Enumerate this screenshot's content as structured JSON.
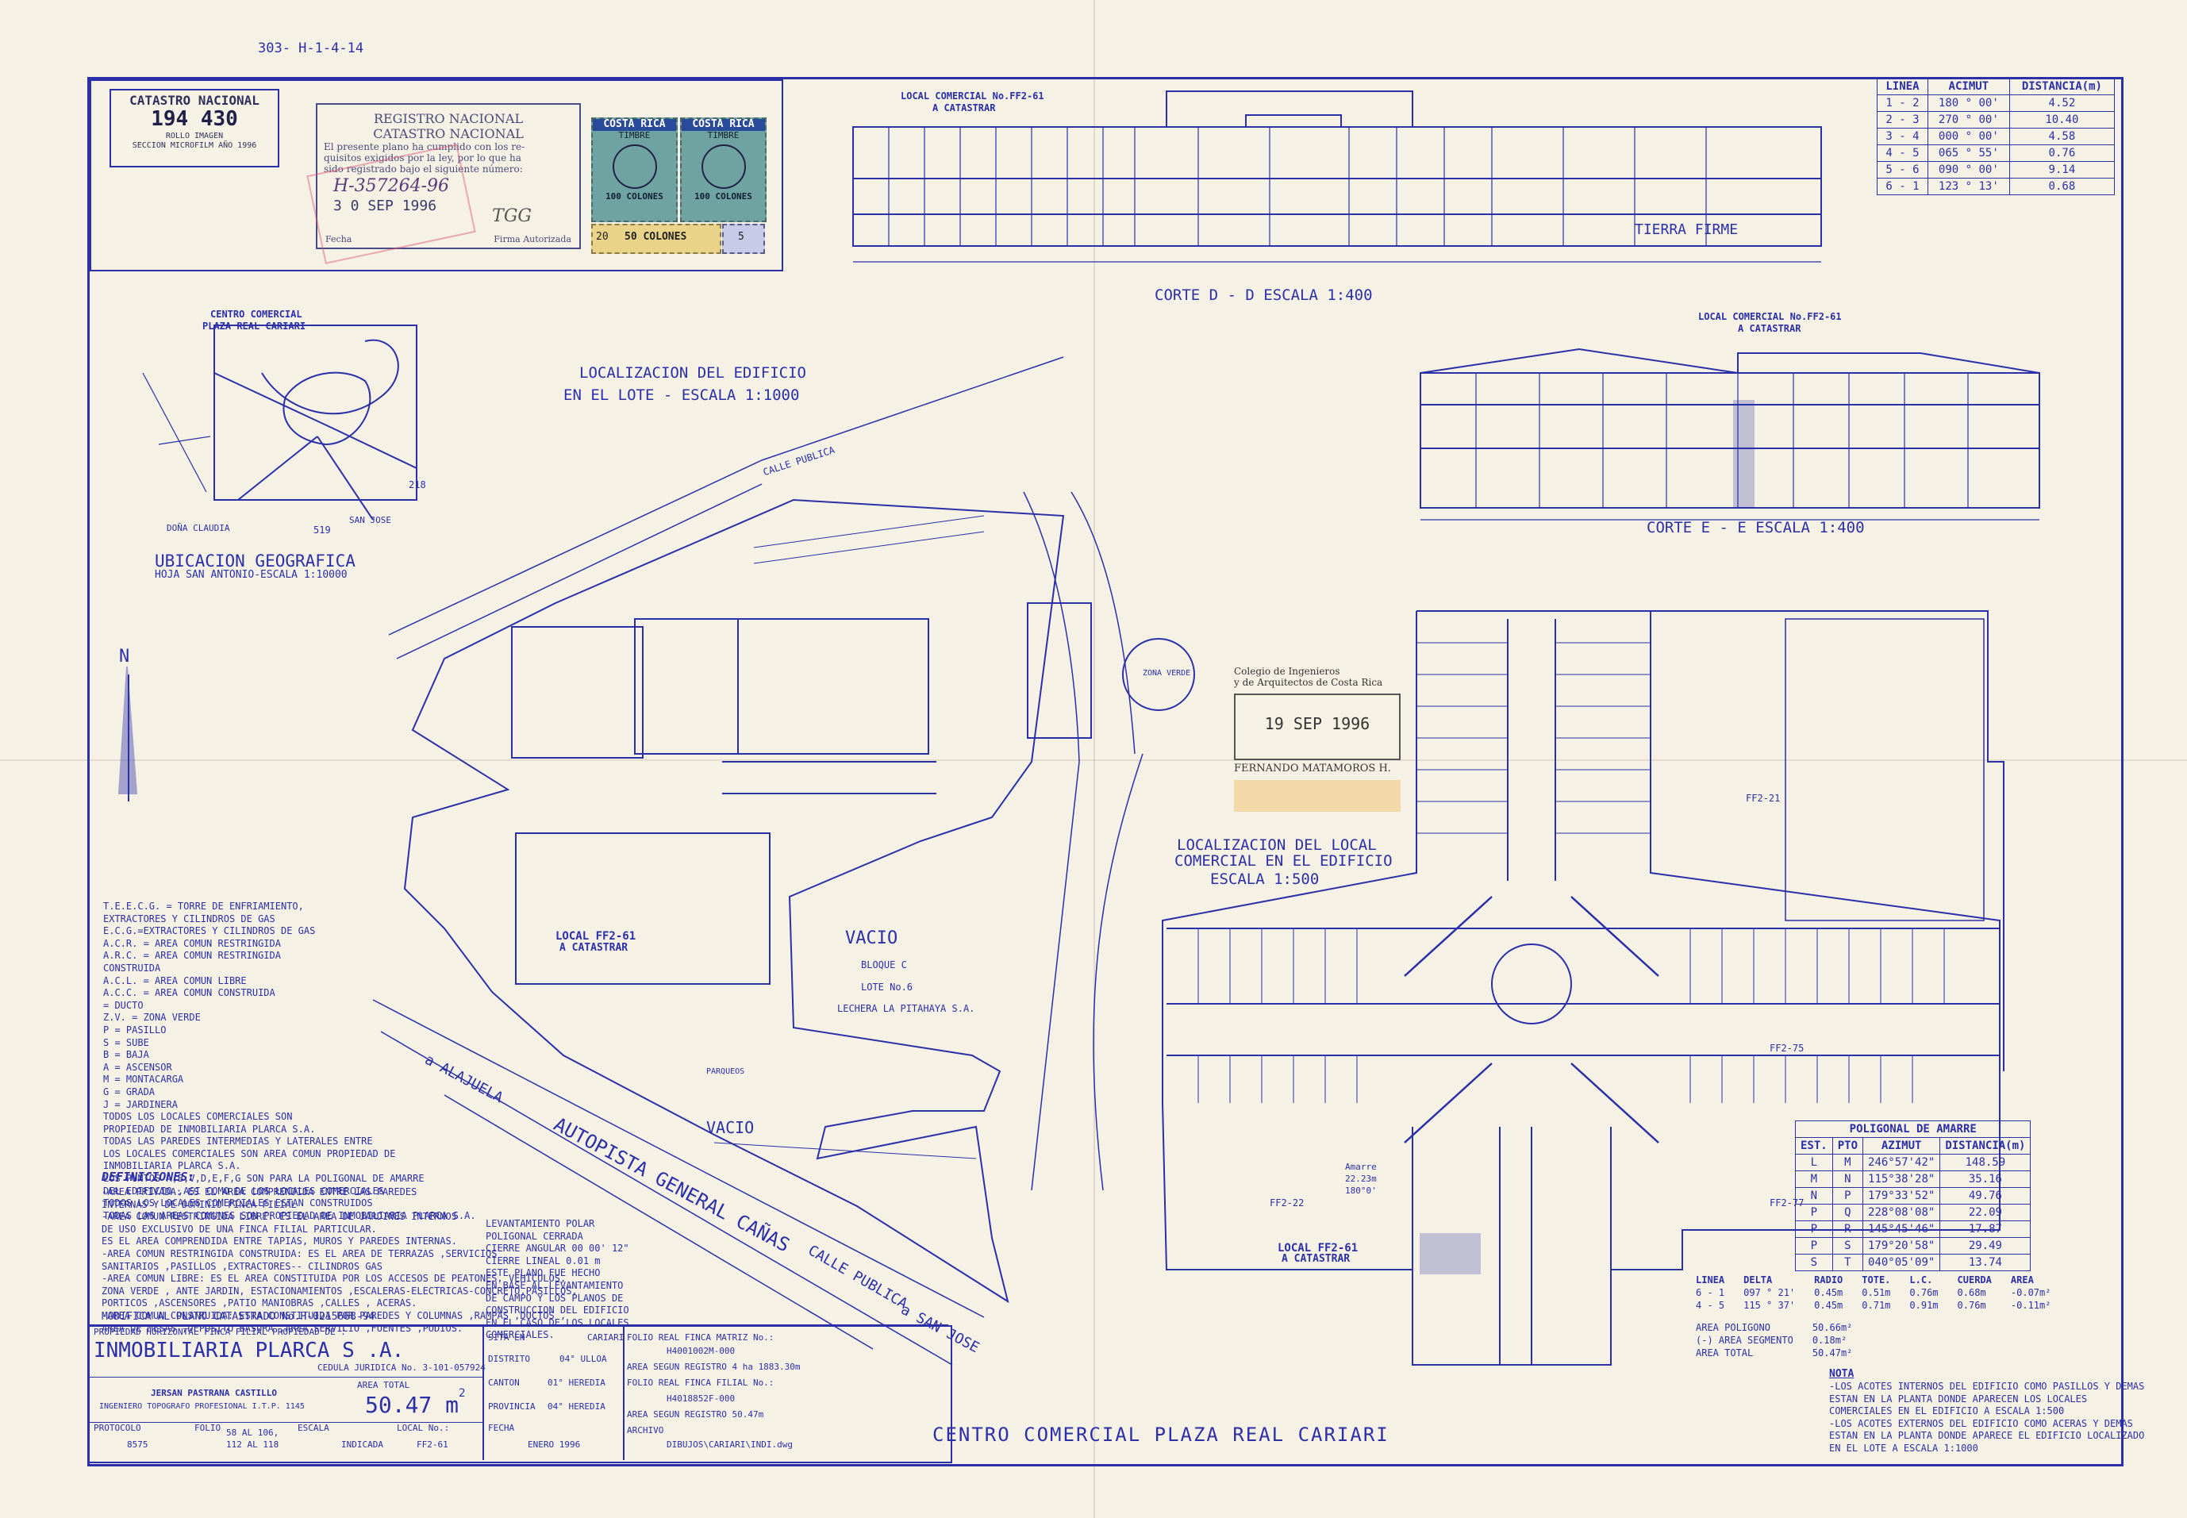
{
  "top_ref": "303- H-1-4-14",
  "catastro_box": {
    "title": "CATASTRO NACIONAL",
    "number": "194 430",
    "line1": "ROLLO IMAGEN",
    "line2": "SECCION MICROFILM AÑO 1996"
  },
  "registro_stamp": {
    "title1": "REGISTRO NACIONAL",
    "title2": "CATASTRO NACIONAL",
    "body1": "El presente plano ha cumplido con los re-",
    "body2": "quisitos exigidos por la ley, por lo que ha",
    "body3": "sido registrado bajo el siguiente número:",
    "number": "H-357264-96",
    "date": "3 0 SEP 1996",
    "initials": "TGG",
    "fecha_label": "Fecha",
    "firma_label": "Firma Autorizada"
  },
  "stamps": {
    "country": "COSTA RICA",
    "type": "TIMBRE",
    "value1": "100 COLONES",
    "value2": "100 COLONES",
    "value3": "50 COLONES",
    "small1": "20",
    "small2": "5"
  },
  "corte_dd": {
    "local_label": "LOCAL COMERCIAL No.FF2-61",
    "local_sub": "A CATASTRAR",
    "caption": "CORTE  D - D     ESCALA 1:400",
    "ground": "TIERRA FIRME"
  },
  "corte_ee": {
    "local_label": "LOCAL COMERCIAL No.FF2-61",
    "local_sub": "A CATASTRAR",
    "caption": "CORTE  E - E     ESCALA 1:400"
  },
  "azimut_table": {
    "headers": [
      "LINEA",
      "ACIMUT",
      "DISTANCIA(m)"
    ],
    "rows": [
      [
        "1 - 2",
        "180 ° 00'",
        "4.52"
      ],
      [
        "2 - 3",
        "270 ° 00'",
        "10.40"
      ],
      [
        "3 - 4",
        "000 ° 00'",
        "4.58"
      ],
      [
        "4 - 5",
        "065 ° 55'",
        "0.76"
      ],
      [
        "5 - 6",
        "090 ° 00'",
        "9.14"
      ],
      [
        "6 - 1",
        "123 ° 13'",
        "0.68"
      ]
    ]
  },
  "ubicacion": {
    "center_label1": "CENTRO COMERCIAL",
    "center_label2": "PLAZA REAL CARIARI",
    "title": "UBICACION GEOGRAFICA",
    "sub": "HOJA SAN ANTONIO-ESCALA 1:10000",
    "n1": "218",
    "n2": "519",
    "road1": "DOÑA CLAUDIA",
    "road2": "SAN JOSE"
  },
  "north": "N",
  "lote_title1": "LOCALIZACION DEL EDIFICIO",
  "lote_title2": "EN EL LOTE - ESCALA 1:1000",
  "lote_labels": {
    "calle": "CALLE PUBLICA",
    "vacio1": "VACIO",
    "vacio2": "VACIO",
    "bloque": "BLOQUE C",
    "lote6": "LOTE No.6",
    "lechera": "LECHERA LA PITAHAYA S.A.",
    "local": "LOCAL FF2-61",
    "local_sub": "A CATASTRAR",
    "autopista": "AUTOPISTA  GENERAL  CAÑAS",
    "alajuela": "a ALAJUELA",
    "sanjose": "a SAN JOSE",
    "calle2": "CALLE PUBLICA",
    "zona_verde": "ZONA VERDE",
    "parqueo": "PARQUEOS"
  },
  "edificio_title1": "LOCALIZACION DEL LOCAL",
  "edificio_title2": "COMERCIAL EN EL EDIFICIO",
  "edificio_title3": "ESCALA  1:500",
  "edificio_labels": {
    "local": "LOCAL FF2-61",
    "local_sub": "A CATASTRAR",
    "ff221": "FF2-21",
    "ff222": "FF2-22",
    "ff277": "FF2-77",
    "ff275": "FF2-75",
    "amarre": "Amarre",
    "amarre_v": "22.23m",
    "amarre_a": "180°0'"
  },
  "colegio_stamp": {
    "line1": "Colegio de Ingenieros",
    "line2": "y de Arquitectos de Costa Rica",
    "date": "19 SEP 1996",
    "name": "FERNANDO MATAMOROS H."
  },
  "legend": [
    "T.E.E.C.G. = TORRE DE ENFRIAMIENTO,",
    "  EXTRACTORES Y CILINDROS DE GAS",
    "E.C.G.=EXTRACTORES Y CILINDROS DE GAS",
    "A.C.R. = AREA COMUN RESTRINGIDA",
    "A.R.C. = AREA COMUN RESTRINGIDA",
    "  CONSTRUIDA",
    "A.C.L. = AREA COMUN LIBRE",
    "A.C.C. = AREA COMUN CONSTRUIDA",
    "  = DUCTO",
    "Z.V. = ZONA VERDE",
    "P = PASILLO",
    "S = SUBE",
    "B = BAJA",
    "A = ASCENSOR",
    "M = MONTACARGA",
    "G = GRADA",
    "J = JARDINERA",
    "TODOS LOS LOCALES COMERCIALES SON",
    "PROPIEDAD DE INMOBILIARIA PLARCA S.A.",
    "TODAS LAS PAREDES INTERMEDIAS Y LATERALES ENTRE",
    "LOS LOCALES COMERCIALES SON AREA COMUN PROPIEDAD DE",
    "INMOBILIARIA PLARCA S.A.",
    "LOS PUNTOS A,B,V,D,E,F,G SON PARA LA POLIGONAL DE AMARRE",
    "DEL EDIFICIO ,ASI COMO DE LOS LOCALES COMERCIALES",
    "TODOS LOS LOCALES COMERCIALES ESTAN CONSTRUIDOS",
    "TODAS LAS AREAS COMUNES SON PROPIEDAD DE INMOBILIARIA PLARCA S.A."
  ],
  "definiciones_title": "DEFINICIONES:",
  "definiciones": [
    "-AREA PRIVADA: ES EL AREA COMPRENDIDA ENTRE LAS PAREDES",
    " INTERNAS Y DE DOMINIO FINCA FILIAL",
    "-AREA COMUN RESTRINGIDA LIBRE: ES EL AREA DE JARDINES INTERNOS",
    " DE USO EXCLUSIVO DE UNA FINCA FILIAL PARTICULAR.",
    " ES EL AREA COMPRENDIDA ENTRE TAPIAS, MUROS Y PAREDES INTERNAS.",
    "-AREA COMUN RESTRINGIDA CONSTRUIDA: ES EL AREA DE TERRAZAS ,SERVICIOS",
    " SANITARIOS ,PASILLOS ,EXTRACTORES-- CILINDROS GAS",
    "-AREA COMUN LIBRE: ES EL AREA CONSTITUIDA POR LOS ACCESOS DE PEATONES, VEHICULOS,",
    " ZONA VERDE , ANTE JARDIN, ESTACIONAMIENTOS ,ESCALERAS-ELECTRICAS-CONCRETO,PASILLOS,",
    " PORTICOS ,ASCENSORES ,PATIO MANIOBRAS ,CALLES , ACERAS.",
    "-AREA COMUN CONSTRUIDA: ESTA CONSTITUIDA POR PAREDES Y COLUMNAS ,RAMPAS ,DUCTOS ,",
    " AREA DE MESAS ,DEPOSITO BASURA ,AREA SERVICIO ,FUENTES ,PODIOS."
  ],
  "levantamiento": [
    "LEVANTAMIENTO POLAR",
    "POLIGONAL CERRADA",
    "CIERRE ANGULAR 00 00' 12\"",
    "CIERRE LINEAL  0.01 m",
    "ESTE PLANO FUE HECHO",
    "EN BASE AL LEVANTAMIENTO",
    "DE CAMPO Y LOS PLANOS DE",
    "CONSTRUCCION DEL EDIFICIO",
    "EN EL CASO DE LOS LOCALES",
    "COMERCIALES."
  ],
  "modifica": "MODIFICA AL PLANO CATASTRADO No.H-0215668-94",
  "title_block": {
    "prop_label": "PROPIEDAD HORIZONTAL FINCA FILIAL PROPIEDAD DE :",
    "owner": "INMOBILIARIA PLARCA S .A.",
    "cedula": "CEDULA JURIDICA No. 3-101-057924",
    "area_label": "AREA TOTAL",
    "area_value": "50.47  m",
    "area_sup": "2",
    "engineer": "JERSAN PASTRANA CASTILLO",
    "engineer_title": "INGENIERO TOPOGRAFO PROFESIONAL I.T.P. 1145",
    "protocolo_label": "PROTOCOLO",
    "protocolo": "8575",
    "folio_label": "FOLIO",
    "folio": "58 AL 106,",
    "folio2": "112 AL 118",
    "escala_label": "ESCALA",
    "escala": "INDICADA",
    "local_label": "LOCAL No.:",
    "local": "FF2-61",
    "sita_label": "SITA EN",
    "sita": "CARIARI",
    "distrito_label": "DISTRITO",
    "distrito": "04° ULLOA",
    "canton_label": "CANTON",
    "canton": "01° HEREDIA",
    "provincia_label": "PROVINCIA",
    "provincia": "04° HEREDIA",
    "fecha_label": "FECHA",
    "fecha": "ENERO 1996",
    "folio_matriz_label": "FOLIO REAL FINCA MATRIZ No.:",
    "folio_matriz": "H4001002M-000",
    "area_matriz": "AREA SEGUN REGISTRO 4 ha 1883.30m",
    "folio_filial_label": "FOLIO REAL FINCA FILIAL No.:",
    "folio_filial": "H4018852F-000",
    "area_filial": "AREA SEGUN REGISTRO    50.47m",
    "archivo_label": "ARCHIVO",
    "archivo": "DIBUJOS\\CARIARI\\INDI.dwg"
  },
  "footer_title": "CENTRO  COMERCIAL  PLAZA  REAL  CARIARI",
  "poligonal": {
    "title": "POLIGONAL DE AMARRE",
    "headers": [
      "EST.",
      "PTO",
      "AZIMUT",
      "DISTANCIA(m)"
    ],
    "rows": [
      [
        "L",
        "M",
        "246°57'42\"",
        "148.59"
      ],
      [
        "M",
        "N",
        "115°38'28\"",
        "35.16"
      ],
      [
        "N",
        "P",
        "179°33'52\"",
        "49.76"
      ],
      [
        "P",
        "Q",
        "228°08'08\"",
        "22.09"
      ],
      [
        "P",
        "R",
        "145°45'46\"",
        "17.87"
      ],
      [
        "P",
        "S",
        "179°20'58\"",
        "29.49"
      ],
      [
        "S",
        "T",
        "040°05'09\"",
        "13.74"
      ]
    ]
  },
  "curva_table": {
    "headers": [
      "LINEA",
      "DELTA",
      "RADIO",
      "TOTE.",
      "L.C.",
      "CUERDA",
      "AREA"
    ],
    "rows": [
      [
        "6 - 1",
        "097 ° 21'",
        "0.45m",
        "0.51m",
        "0.76m",
        "0.68m",
        "-0.07m²"
      ],
      [
        "4 - 5",
        "115 ° 37'",
        "0.45m",
        "0.71m",
        "0.91m",
        "0.76m",
        "-0.11m²"
      ]
    ]
  },
  "areas": [
    [
      "AREA POLIGONO",
      "50.66m²"
    ],
    [
      "(-) AREA SEGMENTO",
      "0.18m²"
    ],
    [
      "AREA TOTAL",
      "50.47m²"
    ]
  ],
  "nota_title": "NOTA",
  "nota": [
    "-LOS ACOTES INTERNOS DEL EDIFICIO COMO PASILLOS Y DEMAS",
    " ESTAN EN LA PLANTA DONDE APARECEN LOS LOCALES",
    " COMERCIALES EN EL EDIFICIO A ESCALA 1:500",
    "-LOS ACOTES EXTERNOS DEL EDIFICIO COMO ACERAS Y DEMAS",
    " ESTAN EN LA PLANTA DONDE APARECE EL EDIFICIO LOCALIZADO",
    " EN EL LOTE A ESCALA 1:1000"
  ]
}
